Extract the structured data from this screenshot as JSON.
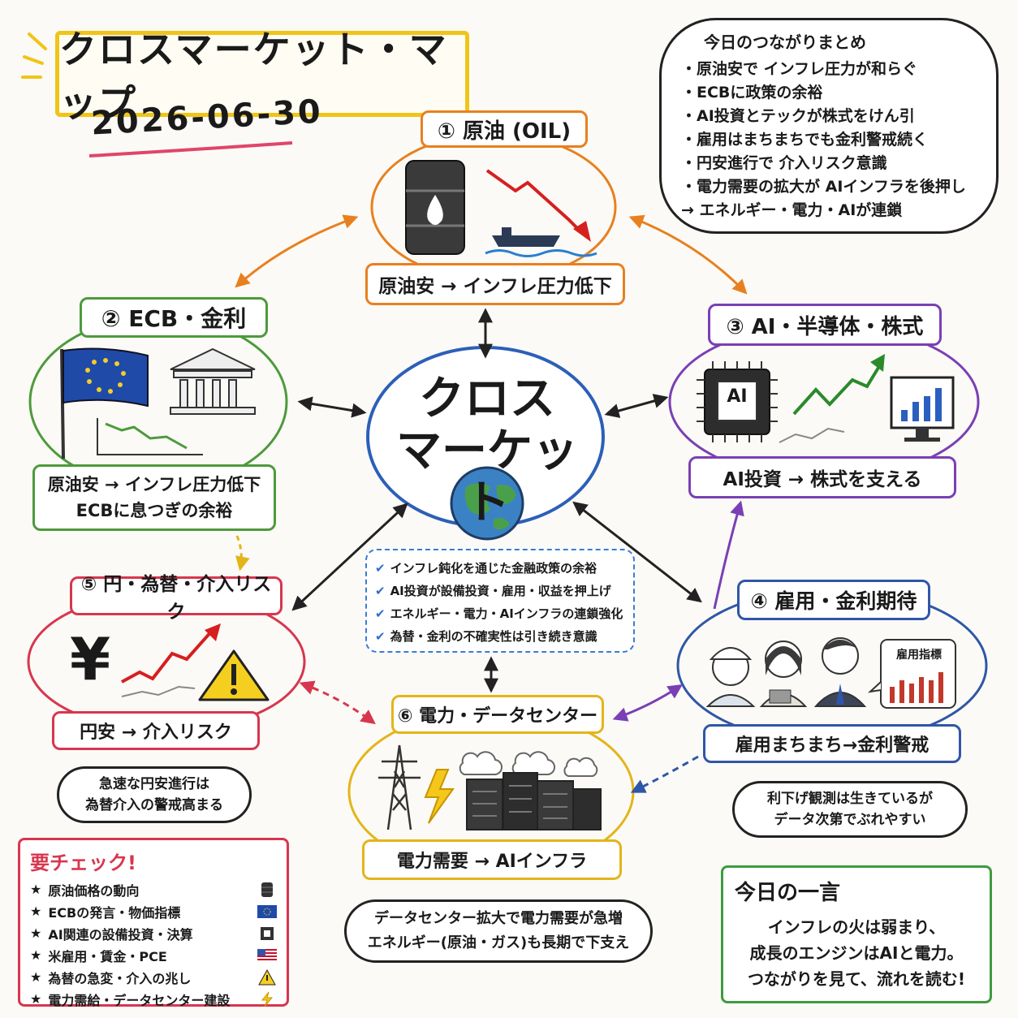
{
  "title": "クロスマーケット・マップ",
  "date": "2026-06-30",
  "center": {
    "line1": "クロス",
    "line2": "マーケット"
  },
  "nodes": {
    "oil": {
      "label": "① 原油 (OIL)",
      "caption": "原油安 → インフレ圧力低下",
      "color": "#e8801f"
    },
    "ecb": {
      "label": "② ECB・金利",
      "caption_line1": "原油安 → インフレ圧力低下",
      "caption_line2": "ECBに息つぎの余裕",
      "color": "#4d9a3c"
    },
    "ai": {
      "label": "③ AI・半導体・株式",
      "caption": "AI投資 → 株式を支える",
      "color": "#7a3fb5",
      "chip_text": "AI"
    },
    "jobs": {
      "label": "④ 雇用・金利期待",
      "caption": "雇用まちまち→金利警戒",
      "color": "#2f56a8",
      "chart_label": "雇用指標"
    },
    "yen": {
      "label": "⑤ 円・為替・介入リスク",
      "caption": "円安 → 介入リスク",
      "color": "#d8364e",
      "symbol": "¥"
    },
    "power": {
      "label": "⑥ 電力・データセンター",
      "caption": "電力需要 → AIインフラ",
      "color": "#e3b51a"
    }
  },
  "summary": {
    "title": "今日のつながりまとめ",
    "items": [
      "・原油安で インフレ圧力が和らぐ",
      "・ECBに政策の余裕",
      "・AI投資とテックが株式をけん引",
      "・雇用はまちまちでも金利警戒続く",
      "・円安進行で 介入リスク意識",
      "・電力需要の拡大が AIインフラを後押し",
      "→ エネルギー・電力・AIが連鎖"
    ]
  },
  "checks": [
    "インフレ鈍化を通じた金融政策の余裕",
    "AI投資が設備投資・雇用・収益を押上げ",
    "エネルギー・電力・AIインフラの連鎖強化",
    "為替・金利の不確実性は引き続き意識"
  ],
  "clouds": {
    "yen_note": [
      "急速な円安進行は",
      "為替介入の警戒高まる"
    ],
    "jobs_note": [
      "利下げ観測は生きているが",
      "データ次第でぶれやすい"
    ],
    "power_note": [
      "データセンター拡大で電力需要が急増",
      "エネルギー(原油・ガス)も長期で下支え"
    ]
  },
  "youcheck": {
    "title": "要チェック!",
    "items": [
      {
        "text": "原油価格の動向",
        "icon": "oil-barrel-icon"
      },
      {
        "text": "ECBの発言・物価指標",
        "icon": "eu-flag-icon"
      },
      {
        "text": "AI関連の設備投資・決算",
        "icon": "ai-chip-icon"
      },
      {
        "text": "米雇用・賃金・PCE",
        "icon": "us-flag-icon"
      },
      {
        "text": "為替の急変・介入の兆し",
        "icon": "warning-icon"
      },
      {
        "text": "電力需給・データセンター建設",
        "icon": "lightning-icon"
      }
    ]
  },
  "hitokoto": {
    "title": "今日の一言",
    "lines": [
      "インフレの火は弱まり、",
      "成長のエンジンはAIと電力。",
      "つながりを見て、流れを読む!"
    ]
  }
}
